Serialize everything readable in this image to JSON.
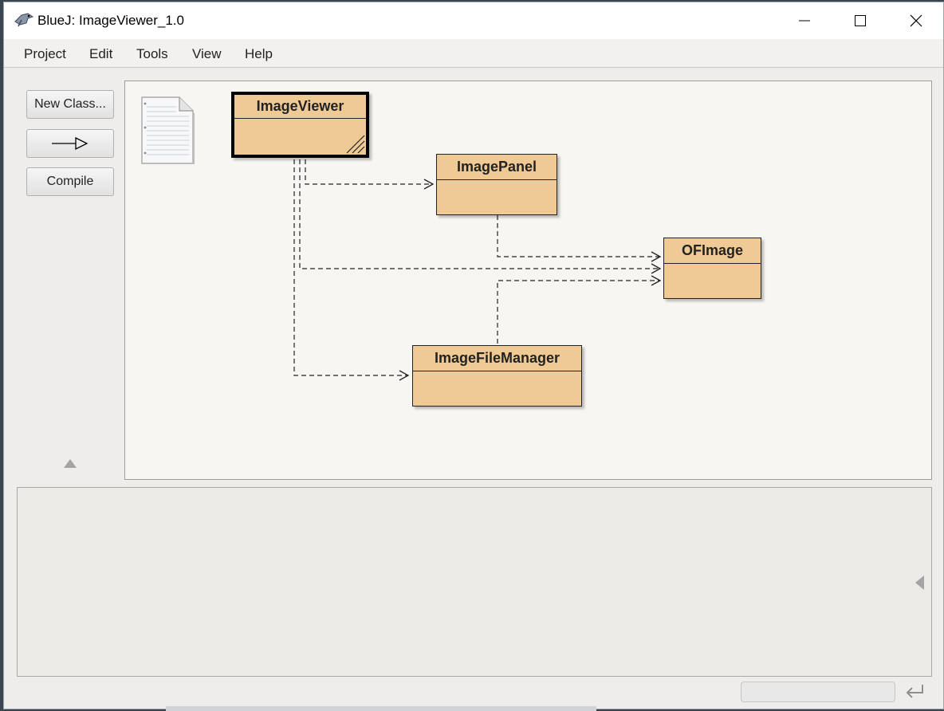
{
  "window": {
    "title": "BlueJ:  ImageViewer_1.0"
  },
  "icons": {
    "app": "bluej-bird-icon",
    "minimize": "minimize-icon",
    "maximize": "maximize-icon",
    "close": "close-icon",
    "readme": "readme-document-icon",
    "arrow": "inheritance-arrow-icon",
    "collapse_up": "triangle-up-icon",
    "collapse_left": "triangle-left-icon",
    "return": "return-arrow-icon"
  },
  "menu": {
    "project": "Project",
    "edit": "Edit",
    "tools": "Tools",
    "view": "View",
    "help": "Help"
  },
  "sidebar": {
    "new_class": "New Class...",
    "compile": "Compile"
  },
  "diagram": {
    "classes": {
      "image_viewer": "ImageViewer",
      "image_panel": "ImagePanel",
      "of_image": "OFImage",
      "image_file_manager": "ImageFileManager"
    }
  },
  "colors": {
    "class_fill": "#efca94",
    "canvas_bg": "#f7f6f2",
    "window_bg": "#eeedeb"
  }
}
